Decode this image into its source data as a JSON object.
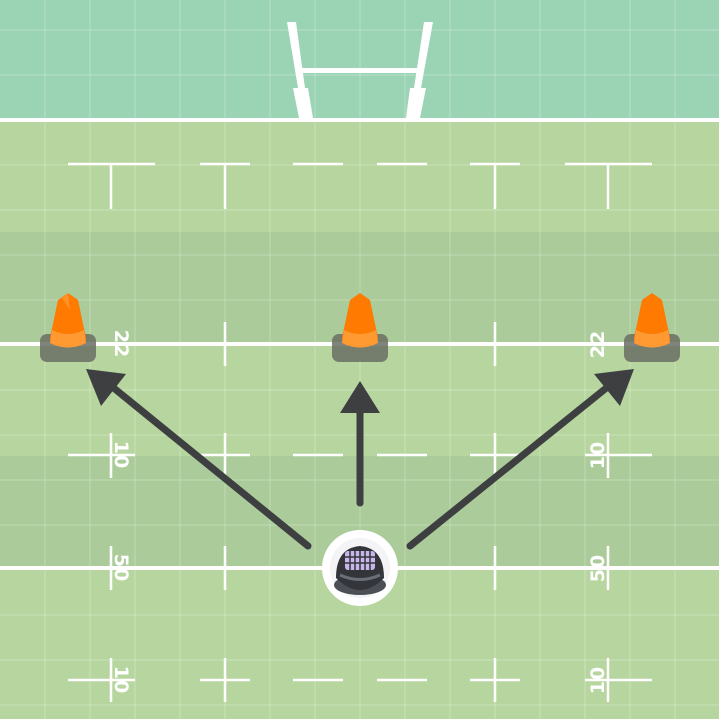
{
  "pitch": {
    "in_goal_color": "#9bd3b5",
    "field_light": "#b7d69f",
    "field_dark": "#abcc9a",
    "line_color": "#ffffff",
    "markers": {
      "twenty_two": "22",
      "ten": "10",
      "fifty": "50"
    }
  },
  "goal_posts": {
    "icon": "goal-posts-icon",
    "color": "#ffffff"
  },
  "cones": [
    {
      "id": "left",
      "icon": "traffic-cone-icon",
      "color": "#ff7a00"
    },
    {
      "id": "center",
      "icon": "traffic-cone-icon",
      "color": "#ff7a00"
    },
    {
      "id": "right",
      "icon": "traffic-cone-icon",
      "color": "#ff7a00"
    }
  ],
  "player": {
    "icon": "rugby-helmet-icon",
    "ring_color": "#ffffff",
    "helmet_color": "#33353a",
    "visor_color": "#c8b6e8"
  },
  "arrows": {
    "color": "#3d3f40",
    "directions": [
      "up-left",
      "up",
      "up-right"
    ]
  }
}
